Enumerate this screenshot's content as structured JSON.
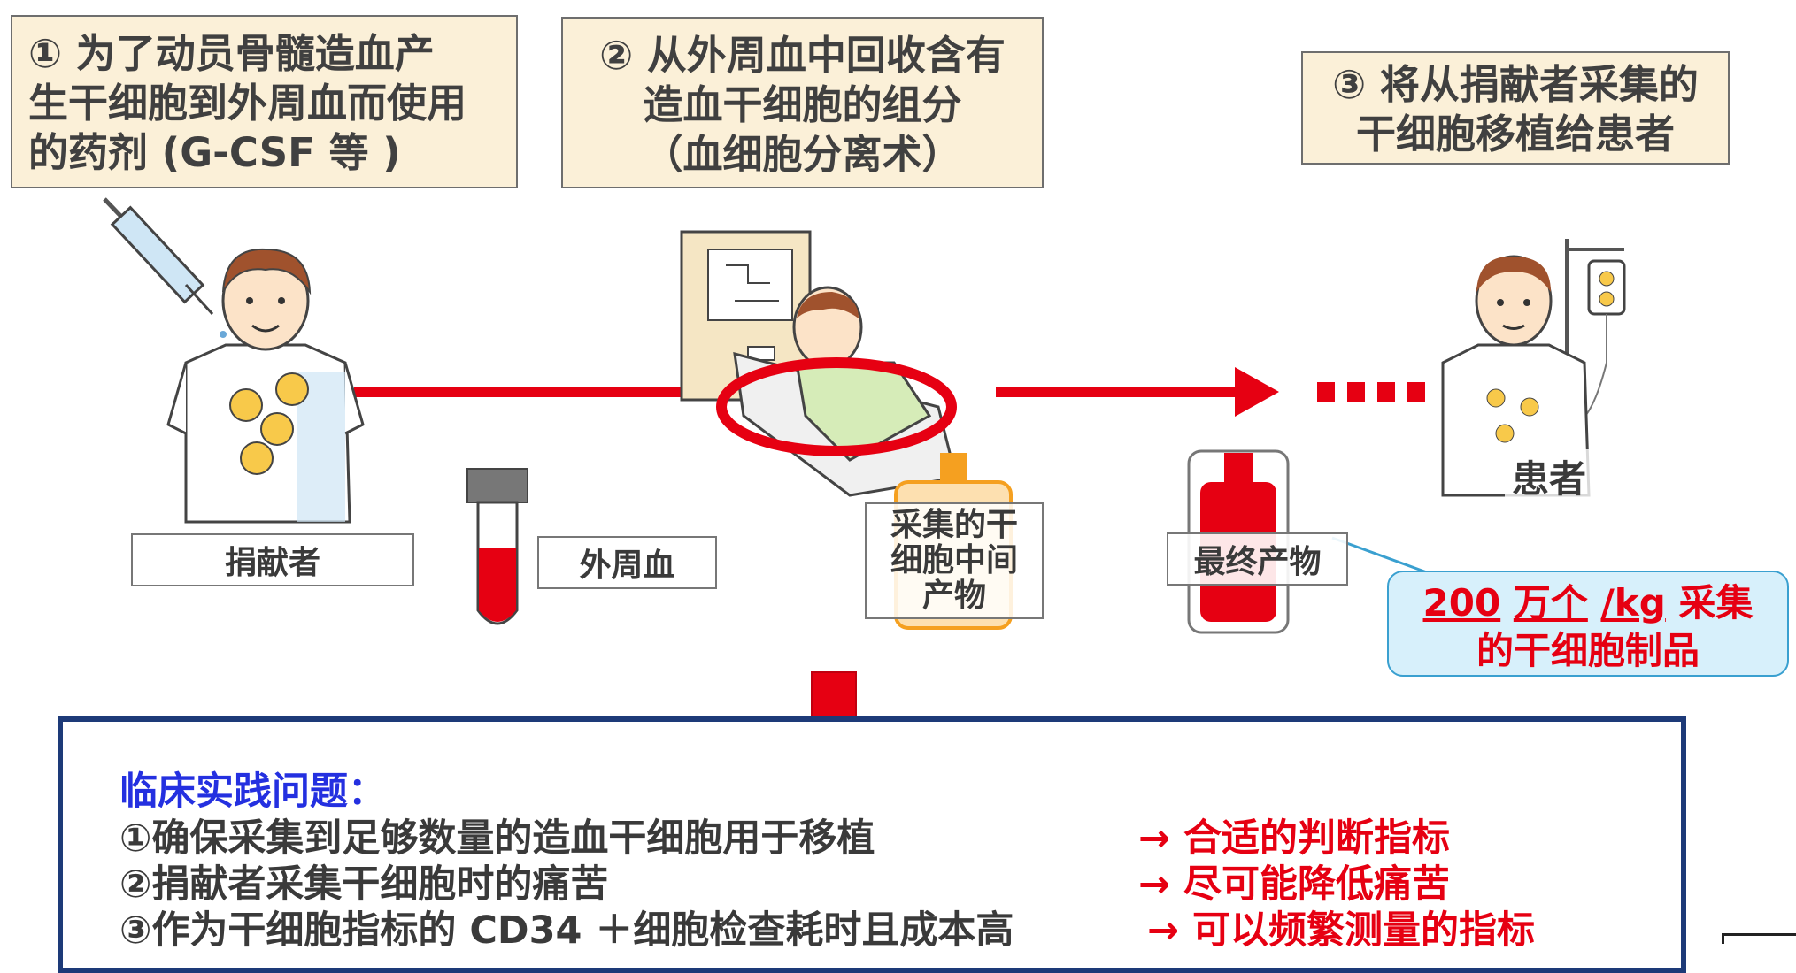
{
  "steps": [
    {
      "lines": [
        "① 为了动员骨髓造血产",
        "生干细胞到外周血而使用",
        "的药剂 (G-CSF 等 )"
      ]
    },
    {
      "lines": [
        "② 从外周血中回收含有",
        "造血干细胞的组分",
        "（血细胞分离术）"
      ]
    },
    {
      "lines": [
        "③ 将从捐献者采集的",
        "干细胞移植给患者"
      ]
    }
  ],
  "labels": {
    "donor": "捐献者",
    "blood": "外周血",
    "intermediate": [
      "采集的干",
      "细胞中间",
      "产物"
    ],
    "final": "最终产物",
    "patient": "患者"
  },
  "callout": {
    "num": "200",
    "unit1": "万个",
    "unit2": "/kg",
    "tail": "采集",
    "line2": "的干细胞制品"
  },
  "bottom": {
    "title": "临床实践问题：",
    "items": [
      {
        "text": "①确保采集到足够数量的造血干细胞用于移植",
        "result": "→ 合适的判断指标"
      },
      {
        "text": "②捐献者采集干细胞时的痛苦",
        "result": "→ 尽可能降低痛苦"
      },
      {
        "text": "③作为干细胞指标的  CD34 ＋细胞检查耗时且成本高",
        "result": "→ 可以频繁测量的指标"
      }
    ]
  },
  "colors": {
    "arrow": "#e60012",
    "step_bg": "#fbf0d8",
    "callout_bg": "#d7f0fb",
    "frame": "#1d3a78",
    "title": "#2430e0"
  }
}
